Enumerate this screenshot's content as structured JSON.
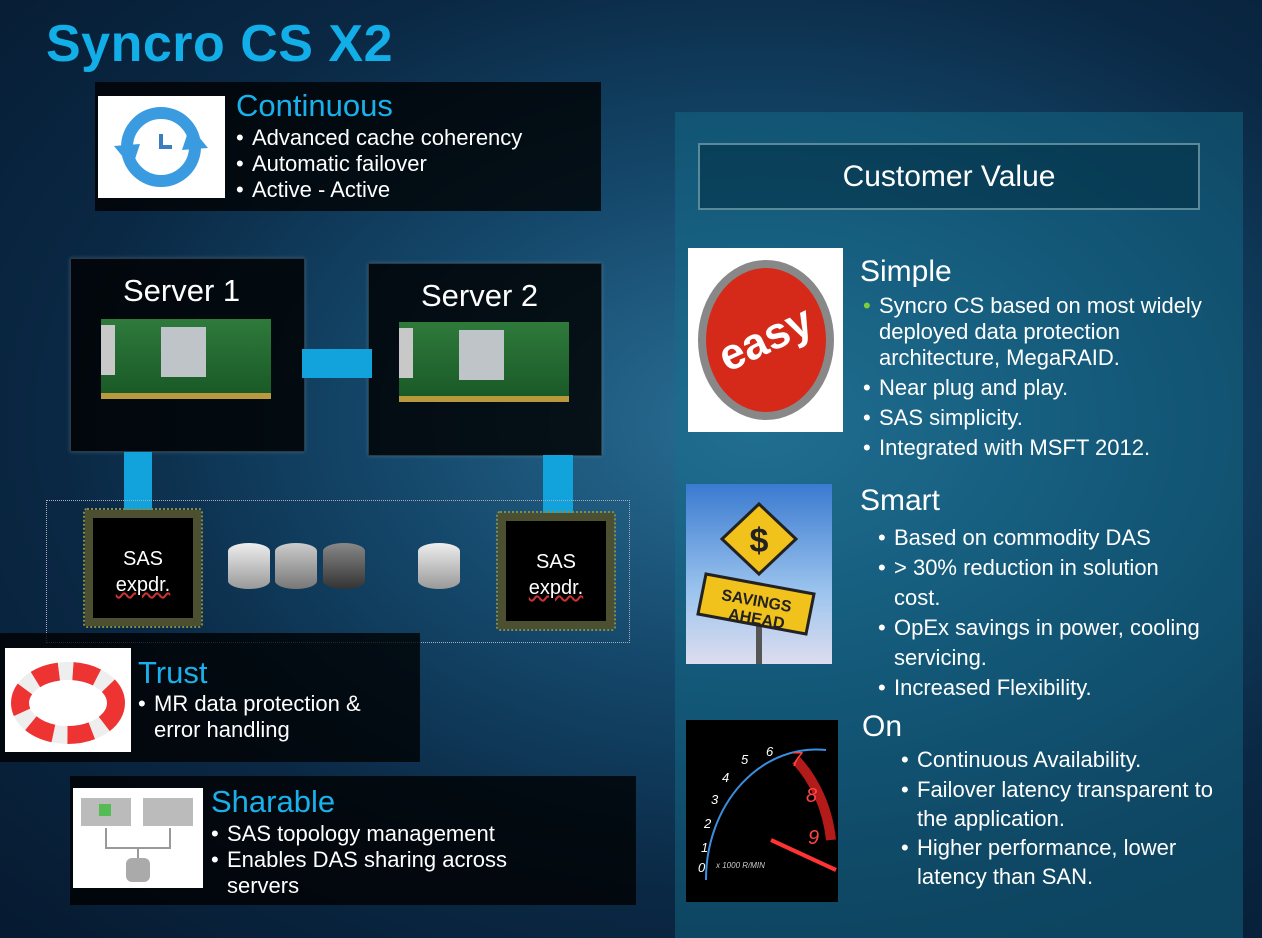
{
  "title": "Syncro CS X2",
  "continuous": {
    "heading": "Continuous",
    "bullets": [
      "Advanced cache coherency",
      "Automatic failover",
      "Active - Active"
    ]
  },
  "servers": [
    {
      "label": "Server  1"
    },
    {
      "label": "Server  2"
    }
  ],
  "expanders": [
    {
      "line1": "SAS",
      "line2": "expdr."
    },
    {
      "line1": "SAS",
      "line2": "expdr."
    }
  ],
  "trust": {
    "heading": "Trust",
    "bullets": [
      "MR data protection & error handling"
    ]
  },
  "sharable": {
    "heading": "Sharable",
    "bullets": [
      "SAS topology management",
      "Enables DAS sharing across servers"
    ]
  },
  "customer_value": {
    "title": "Customer Value",
    "simple": {
      "heading": "Simple",
      "image_text": "easy",
      "bullets": [
        "Syncro CS based on most widely deployed data protection architecture, MegaRAID.",
        "Near plug and play.",
        "SAS simplicity.",
        "Integrated with MSFT 2012."
      ]
    },
    "smart": {
      "heading": "Smart",
      "image_text": [
        "$",
        "SAVINGS",
        "AHEAD"
      ],
      "bullets": [
        "Based on commodity DAS",
        "> 30% reduction in solution cost.",
        "OpEx savings in power, cooling servicing.",
        "Increased Flexibility."
      ]
    },
    "on": {
      "heading": "On",
      "gauge_labels": [
        "0",
        "1",
        "2",
        "3",
        "4",
        "5",
        "6",
        "7",
        "8",
        "9"
      ],
      "gauge_unit": "x 1000 R/MIN",
      "bullets": [
        "Continuous Availability.",
        "Failover latency transparent to the application.",
        "Higher performance, lower latency than SAN."
      ]
    }
  },
  "colors": {
    "accent": "#12aee8",
    "connector": "#12a3dd",
    "bullet_green": "#7ccf3a"
  }
}
